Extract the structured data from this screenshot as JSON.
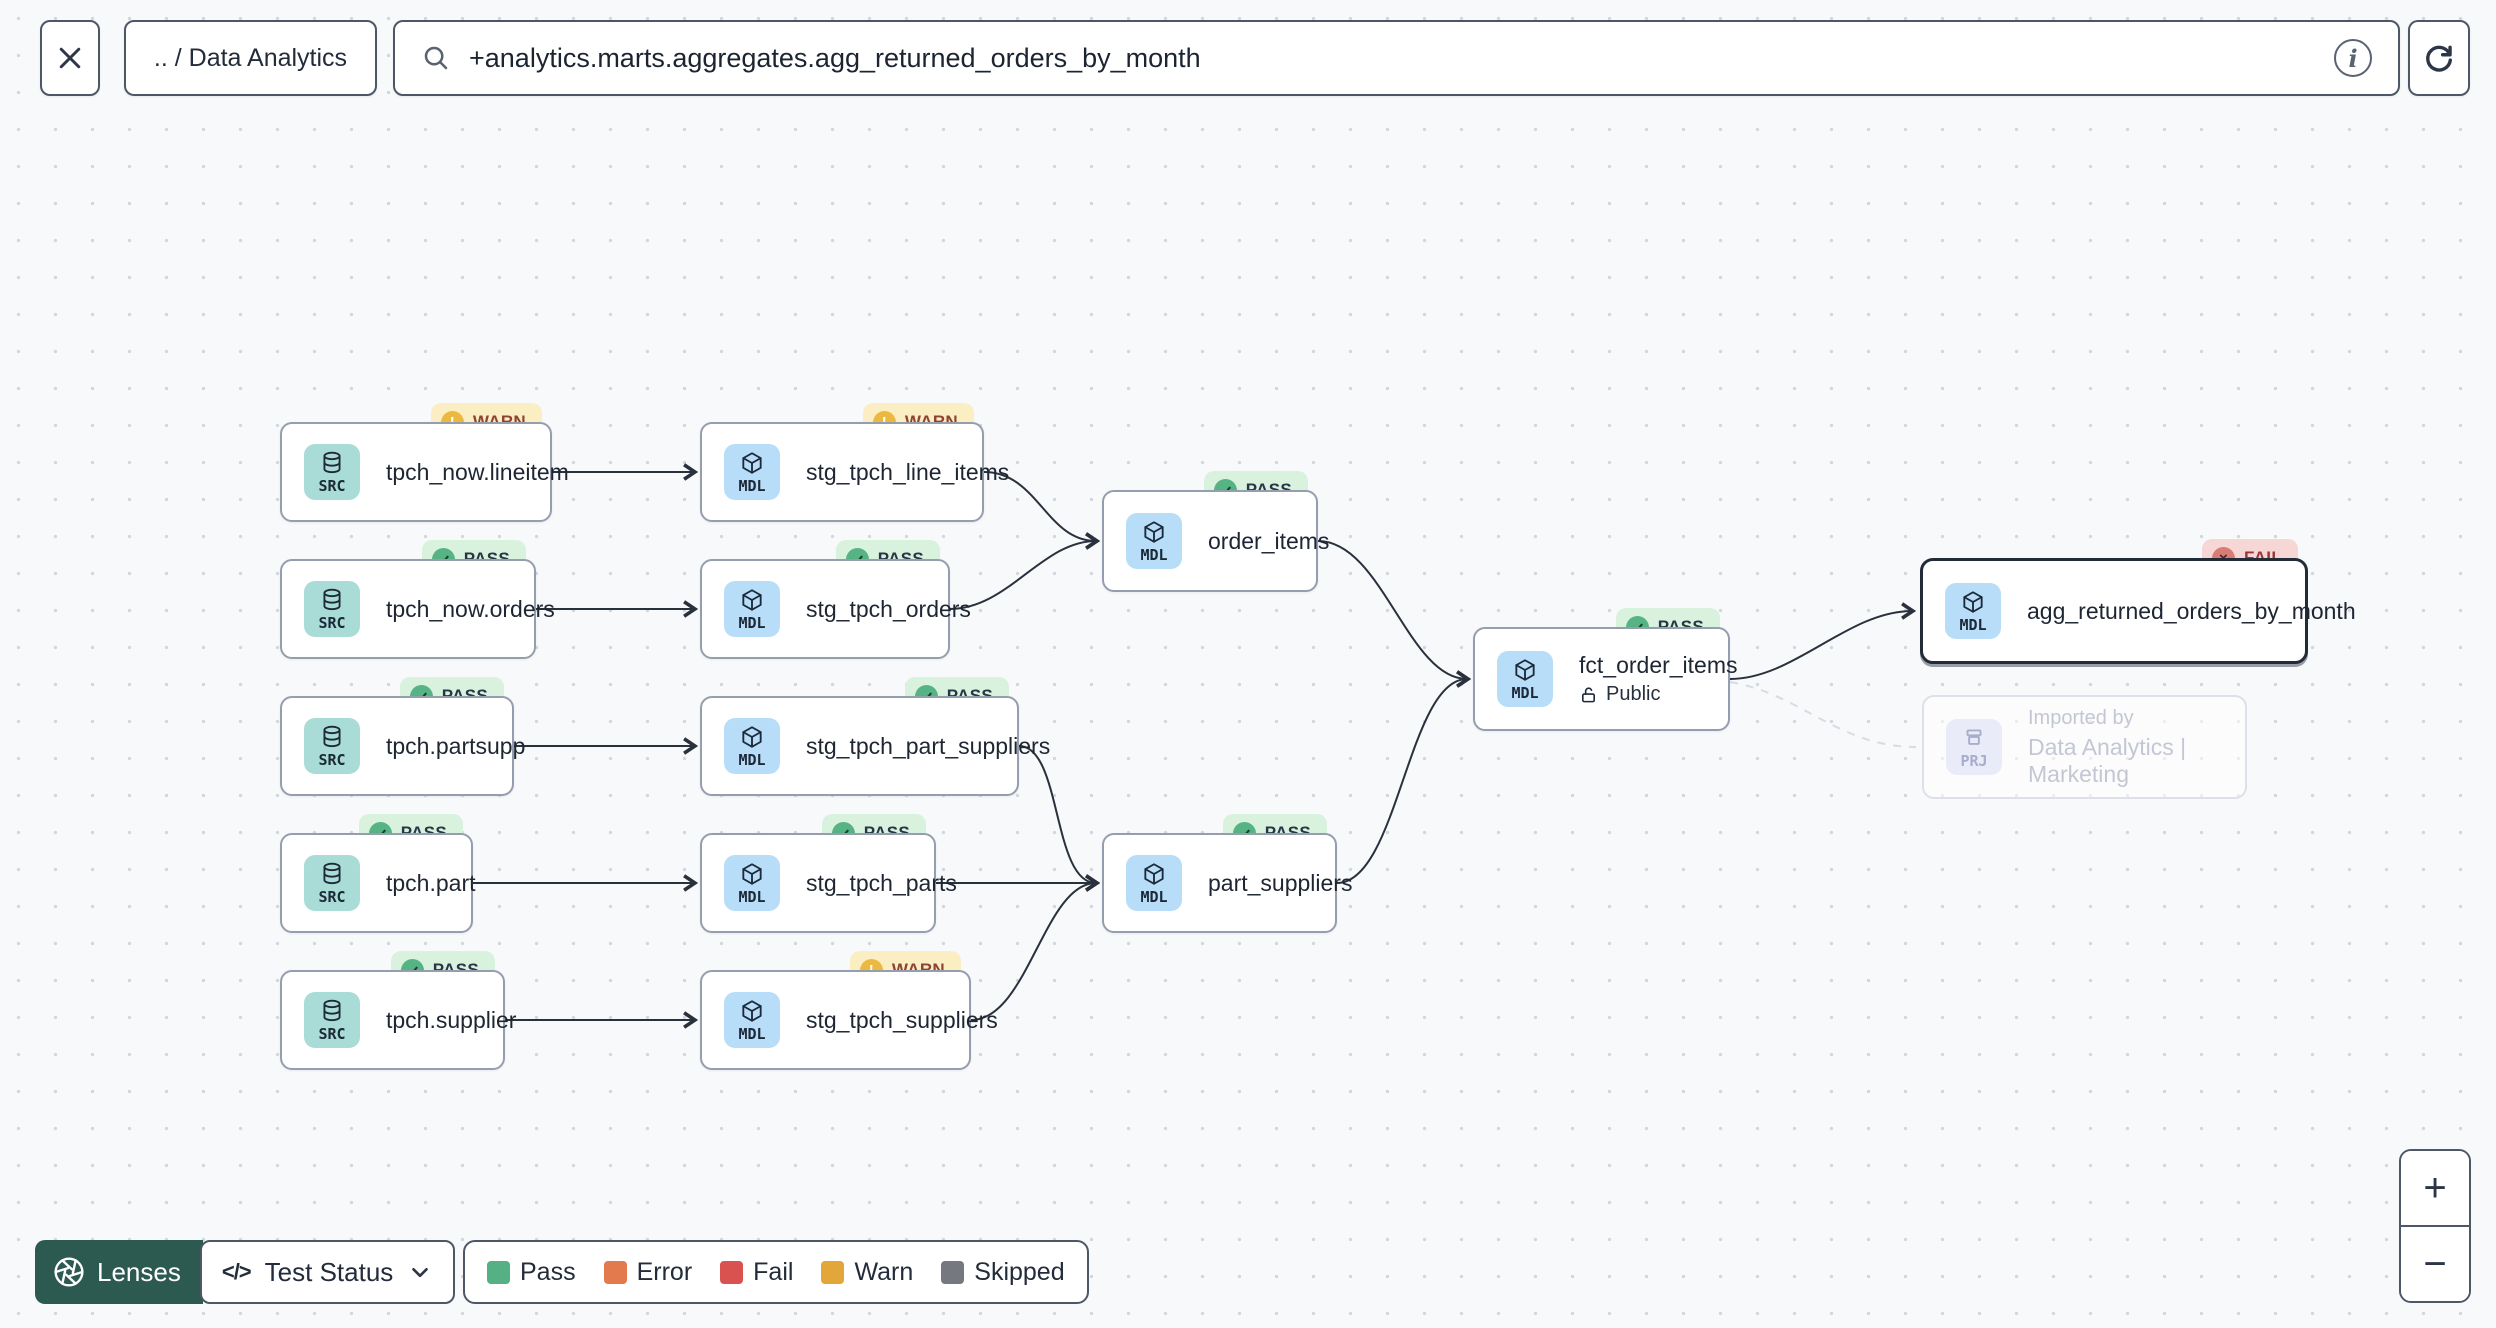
{
  "topbar": {
    "breadcrumb": ".. / Data Analytics",
    "search_value": "+analytics.marts.aggregates.agg_returned_orders_by_month",
    "info_glyph": "i"
  },
  "graph": {
    "nodes": [
      {
        "label": "tpch_now.lineitem",
        "type": "SRC",
        "status": "WARN"
      },
      {
        "label": "tpch_now.orders",
        "type": "SRC",
        "status": "PASS"
      },
      {
        "label": "tpch.partsupp",
        "type": "SRC",
        "status": "PASS"
      },
      {
        "label": "tpch.part",
        "type": "SRC",
        "status": "PASS"
      },
      {
        "label": "tpch.supplier",
        "type": "SRC",
        "status": "PASS"
      },
      {
        "label": "stg_tpch_line_items",
        "type": "MDL",
        "status": "WARN"
      },
      {
        "label": "stg_tpch_orders",
        "type": "MDL",
        "status": "PASS"
      },
      {
        "label": "stg_tpch_part_suppliers",
        "type": "MDL",
        "status": "PASS"
      },
      {
        "label": "stg_tpch_parts",
        "type": "MDL",
        "status": "PASS"
      },
      {
        "label": "stg_tpch_suppliers",
        "type": "MDL",
        "status": "WARN"
      },
      {
        "label": "order_items",
        "type": "MDL",
        "status": "PASS"
      },
      {
        "label": "part_suppliers",
        "type": "MDL",
        "status": "PASS"
      },
      {
        "label": "fct_order_items",
        "type": "MDL",
        "status": "PASS",
        "access": "Public"
      },
      {
        "label": "agg_returned_orders_by_month",
        "type": "MDL",
        "status": "FAIL"
      },
      {
        "label_line1": "Imported by",
        "label_line2": "Data Analytics | Marketing",
        "type": "PRJ"
      }
    ],
    "badge_icons": {
      "pass": "",
      "warn": "!",
      "fail": ""
    }
  },
  "footer": {
    "lenses_label": "Lenses",
    "code_icon": "</>",
    "lens_selected": "Test Status",
    "legend": [
      {
        "label": "Pass",
        "color": "#55b083"
      },
      {
        "label": "Error",
        "color": "#e27a4e"
      },
      {
        "label": "Fail",
        "color": "#da5250"
      },
      {
        "label": "Warn",
        "color": "#e2a63b"
      },
      {
        "label": "Skipped",
        "color": "#75797f"
      }
    ]
  },
  "zoom_controls": {
    "zoom_in": "+",
    "zoom_out": "−"
  },
  "colors": {
    "accent": "#2c5a50",
    "edge": "#29313d",
    "text": "#1f2835",
    "control_border": "#4d5766",
    "node_border": "#959eae",
    "selected_border": "#222c38",
    "src_icon_bg": "#a9dcd6",
    "mdl_icon_bg": "#b7ddf8",
    "pass_bg": "#d9f2de",
    "warn_bg": "#fbeec3",
    "fail_bg": "#f7d7d6"
  }
}
